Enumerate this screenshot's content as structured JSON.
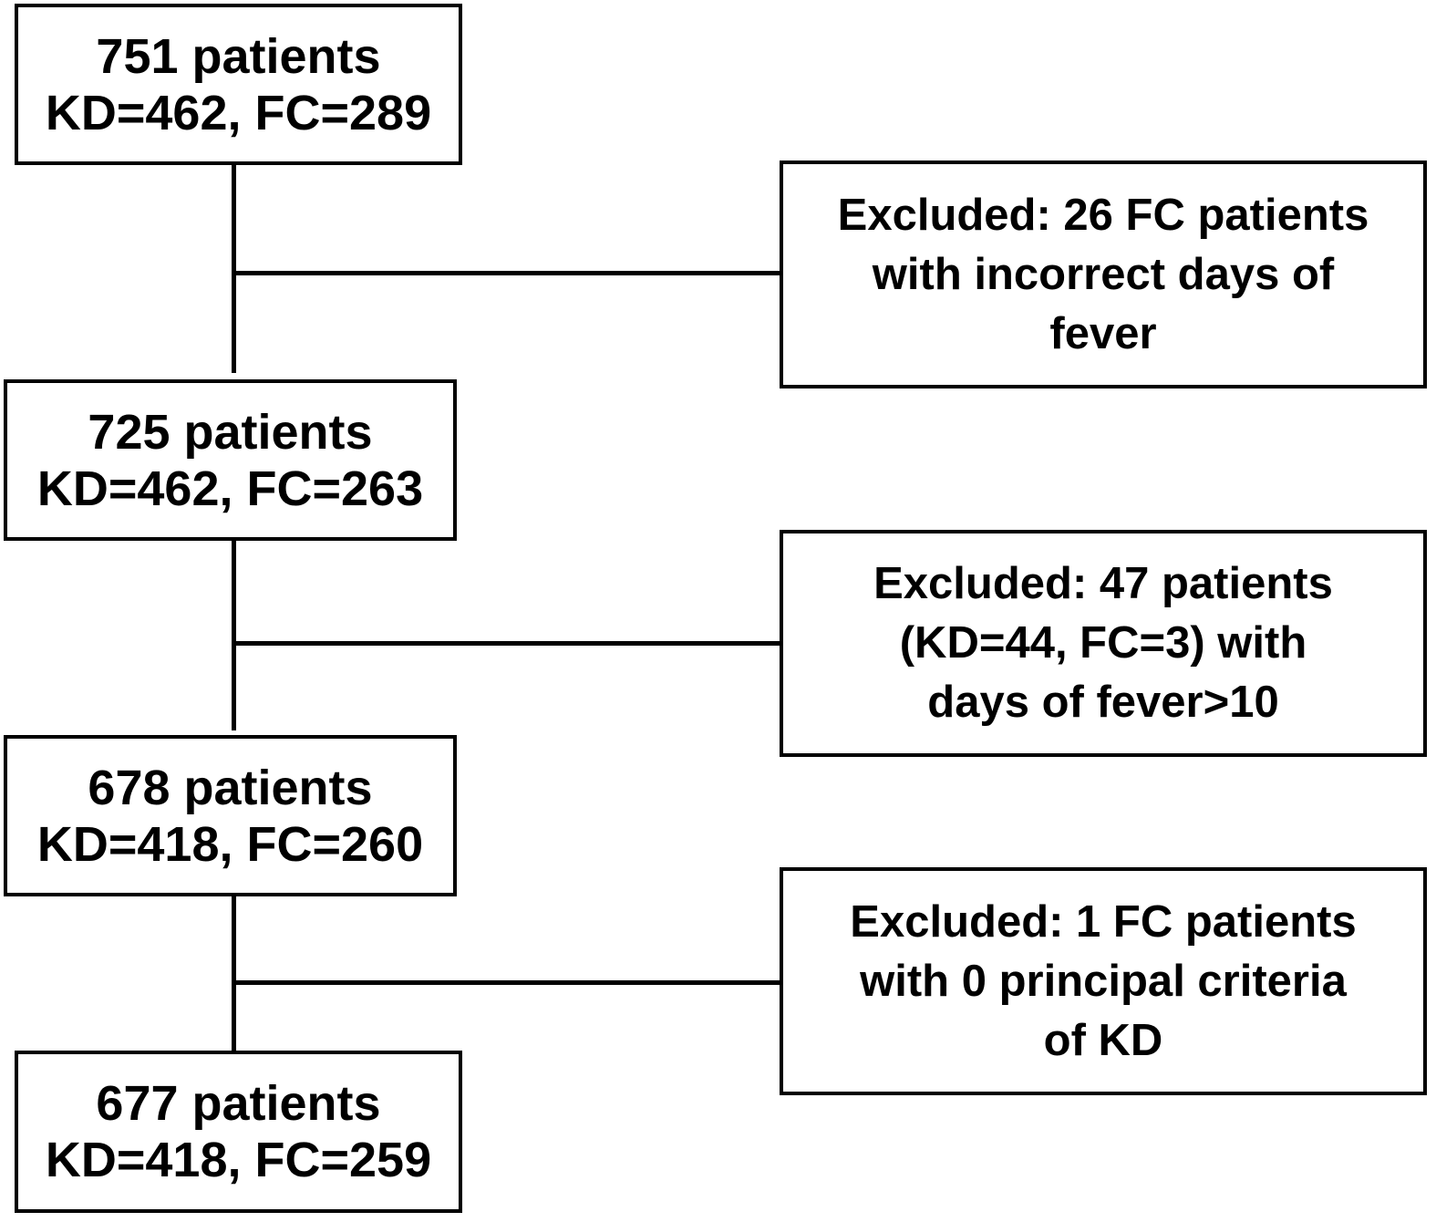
{
  "flowchart": {
    "stages": [
      {
        "line1": "751 patients",
        "line2": "KD=462, FC=289"
      },
      {
        "line1": "725 patients",
        "line2": "KD=462, FC=263"
      },
      {
        "line1": "678 patients",
        "line2": "KD=418, FC=260"
      },
      {
        "line1": "677 patients",
        "line2": "KD=418, FC=259"
      }
    ],
    "exclusions": [
      {
        "lines": [
          "Excluded: 26 FC patients",
          "with incorrect days of",
          "fever"
        ]
      },
      {
        "lines": [
          "Excluded: 47 patients",
          "(KD=44, FC=3)  with",
          "days of fever>10"
        ]
      },
      {
        "lines": [
          "Excluded: 1 FC patients",
          "with 0 principal criteria",
          "of KD"
        ]
      }
    ]
  },
  "colors": {
    "stroke": "#000000",
    "background": "#ffffff",
    "text": "#000000"
  }
}
